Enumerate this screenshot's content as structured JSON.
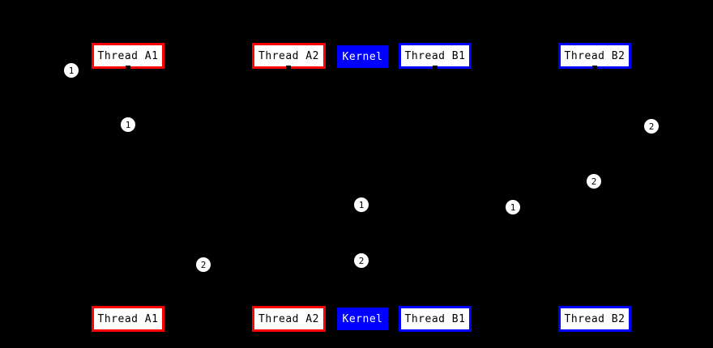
{
  "diagram": {
    "type": "thread-kernel-sequence-diagram",
    "background": "#000000",
    "palette": {
      "thread_a_border": "#ff0000",
      "thread_b_border": "#0000ff",
      "kernel_fill": "#0000ff",
      "kernel_text": "#ffffff",
      "node_fill": "#ffffff",
      "node_text": "#000000",
      "badge_fill": "#ffffff",
      "badge_text": "#000000"
    },
    "lifelines": {
      "top": [
        {
          "label": "Thread A1"
        },
        {
          "label": "Thread A2"
        },
        {
          "label": "Kernel"
        },
        {
          "label": "Thread B1"
        },
        {
          "label": "Thread B2"
        }
      ],
      "bottom": [
        {
          "label": "Thread A1"
        },
        {
          "label": "Thread A2"
        },
        {
          "label": "Kernel"
        },
        {
          "label": "Thread B1"
        },
        {
          "label": "Thread B2"
        }
      ]
    },
    "badges": [
      {
        "label": "1"
      },
      {
        "label": "1"
      },
      {
        "label": "2"
      },
      {
        "label": "2"
      },
      {
        "label": "1"
      },
      {
        "label": "1"
      },
      {
        "label": "2"
      },
      {
        "label": "2"
      }
    ]
  }
}
